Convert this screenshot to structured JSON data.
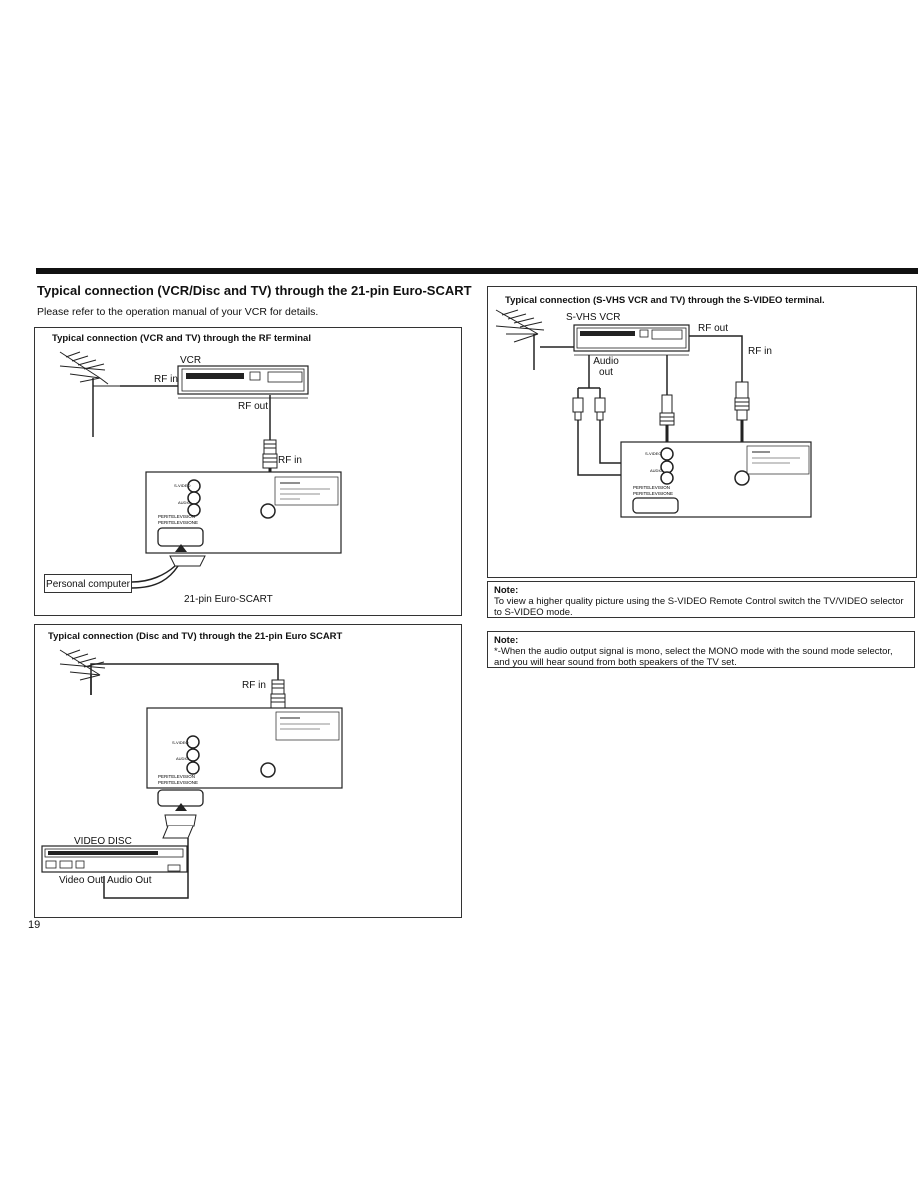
{
  "heading": {
    "title": "Typical connection (VCR/Disc and TV) through the 21-pin Euro-SCART",
    "intro": "Please refer to the operation manual of your VCR for details."
  },
  "panel_rf": {
    "title": "Typical connection (VCR and TV) through the RF terminal",
    "vcr_label": "VCR",
    "rf_in_label": "RF in",
    "rf_out_label": "RF out",
    "rf_in_tv_label": "RF in",
    "pc_label": "Personal computer",
    "scart_label": "21-pin Euro-SCART"
  },
  "panel_disc": {
    "title": "Typical connection (Disc and TV) through the 21-pin Euro SCART",
    "rf_in_label": "RF in",
    "disc_label": "VIDEO DISC",
    "video_out_label": "Video Out",
    "audio_out_label": "Audio Out"
  },
  "panel_svhs": {
    "title": "Typical connection (S-VHS VCR and TV) through the S-VIDEO terminal.",
    "vcr_label": "S-VHS VCR",
    "rf_out_label": "RF out",
    "rf_in_label": "RF in",
    "audio_out_label": "Audio\nout"
  },
  "note1": {
    "heading": "Note:",
    "text": "To view a higher quality picture using the S-VIDEO Remote Control switch the TV/VIDEO selector to S-VIDEO mode."
  },
  "note2": {
    "heading": "Note:",
    "text": "*-When the audio output signal is mono, select the MONO mode with the sound mode selector, and you will hear sound from both speakers of the TV set."
  },
  "page_number": "19"
}
